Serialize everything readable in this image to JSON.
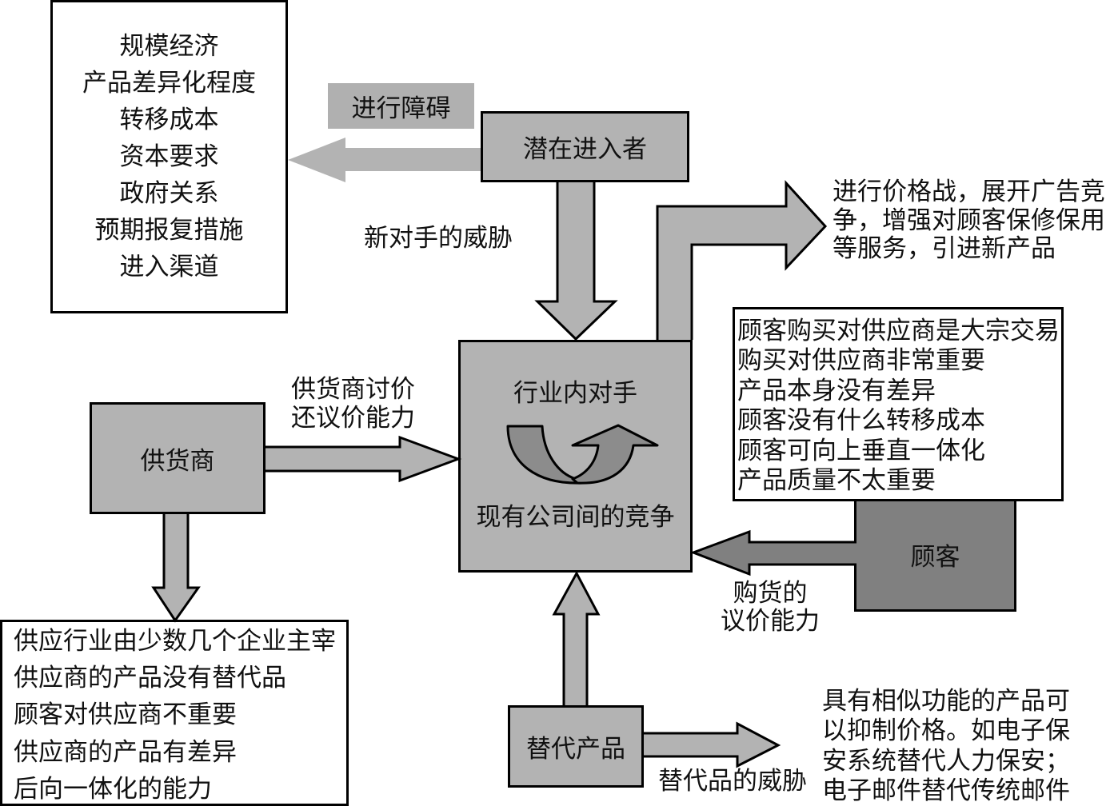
{
  "diagram": {
    "entry_barriers": {
      "items": [
        "规模经济",
        "产品差异化程度",
        "转移成本",
        "资本要求",
        "政府关系",
        "预期报复措施",
        "进入渠道"
      ]
    },
    "barrier_label": "进行障碍",
    "potential_entrants": {
      "label": "潜在进入者",
      "threat_label": "新对手的威胁"
    },
    "rivalry": {
      "title": "行业内对手",
      "subtitle": "现有公司间的竞争",
      "actions": [
        "进行价格战，展开广告竞",
        "争，增强对顾客保修保用",
        "等服务，引进新产品"
      ]
    },
    "suppliers": {
      "label": "供货商",
      "power_label": [
        "供货商讨价",
        "还议价能力"
      ],
      "conditions": [
        "供应行业由少数几个企业主宰",
        "供应商的产品没有替代品",
        "顾客对供应商不重要",
        "供应商的产品有差异",
        "后向一体化的能力"
      ]
    },
    "buyers": {
      "label": "顾客",
      "power_label": [
        "购货的",
        "议价能力"
      ],
      "conditions": [
        "顾客购买对供应商是大宗交易",
        "购买对供应商非常重要",
        "产品本身没有差异",
        "顾客没有什么转移成本",
        "顾客可向上垂直一体化",
        "产品质量不太重要"
      ]
    },
    "substitutes": {
      "label": "替代产品",
      "threat_label": "替代品的威胁",
      "description": [
        "具有相似功能的产品可",
        "以抑制价格。如电子保",
        "安系统替代人力保安；",
        "电子邮件替代传统邮件"
      ]
    }
  },
  "colors": {
    "box_fill": "#b3b3b3",
    "buyer_fill": "#808080",
    "curve_fill": "#8c8c8c",
    "label_fill": "#b0b0b0",
    "outline": "#000000"
  }
}
